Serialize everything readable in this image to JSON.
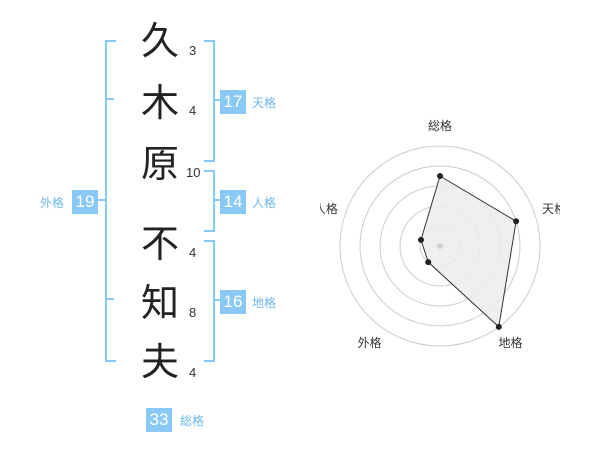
{
  "colors": {
    "accent": "#8ac9f5",
    "bracket": "#8ac9f5",
    "label": "#6db8ec"
  },
  "name": {
    "chars": [
      {
        "char": "久",
        "strokes": "3"
      },
      {
        "char": "木",
        "strokes": "4"
      },
      {
        "char": "原",
        "strokes": "10"
      },
      {
        "char": "不",
        "strokes": "4"
      },
      {
        "char": "知",
        "strokes": "8"
      },
      {
        "char": "夫",
        "strokes": "4"
      }
    ]
  },
  "grids": {
    "tenkaku": {
      "value": "17",
      "label": "天格"
    },
    "jinkaku": {
      "value": "14",
      "label": "人格"
    },
    "chikaku": {
      "value": "16",
      "label": "地格"
    },
    "gaikaku": {
      "value": "19",
      "label": "外格"
    },
    "soukaku": {
      "value": "33",
      "label": "総格"
    }
  },
  "chart_data": {
    "type": "radar",
    "axes": [
      "総格",
      "天格",
      "地格",
      "外格",
      "人格"
    ],
    "max": 5,
    "rings": 5,
    "values": [
      3.5,
      4,
      5,
      1,
      1
    ]
  }
}
